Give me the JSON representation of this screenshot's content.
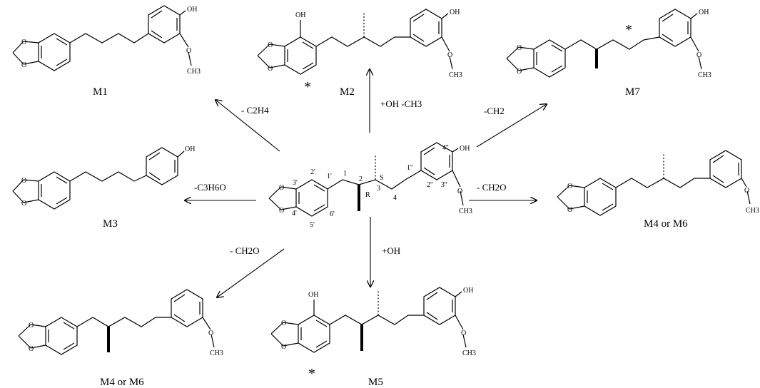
{
  "parent": {
    "numbers": [
      "1",
      "2",
      "3",
      "4",
      "1'",
      "2'",
      "3'",
      "4'",
      "5'",
      "6'",
      "1''",
      "2''",
      "3''",
      "4''"
    ],
    "stereo": [
      "R",
      "S"
    ],
    "oh": "OH",
    "o": "O",
    "ch3": "CH3"
  },
  "products": {
    "m1": "M1",
    "m2": "M2",
    "m7": "M7",
    "m3": "M3",
    "m4m6_right": "M4 or M6",
    "m4m6_left": "M4 or M6",
    "m5": "M5"
  },
  "conditions": {
    "to_m1": "- C2H4",
    "to_m2": "+OH  -CH3",
    "to_m7": "-CH2",
    "to_m3": "-C3H6O",
    "to_m4_right": "- CH2O",
    "to_m4_left": "- CH2O",
    "to_m5": "+OH"
  },
  "atoms": {
    "oh": "OH",
    "o": "O",
    "ch3": "CH3",
    "star": "*"
  }
}
